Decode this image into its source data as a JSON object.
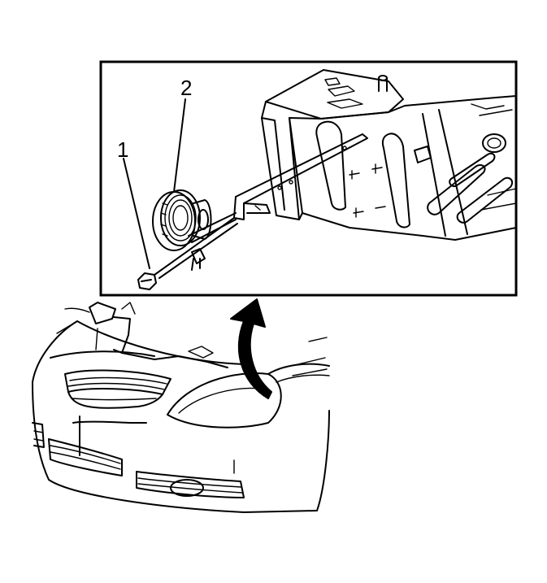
{
  "callouts": [
    {
      "id": "1",
      "label": "1"
    },
    {
      "id": "2",
      "label": "2"
    }
  ],
  "colors": {
    "ink": "#000000",
    "paper": "#ffffff"
  },
  "icons": [
    "horn-icon",
    "bolt-icon",
    "mounting-bracket-icon",
    "vehicle-front-icon",
    "location-arrow-icon"
  ]
}
